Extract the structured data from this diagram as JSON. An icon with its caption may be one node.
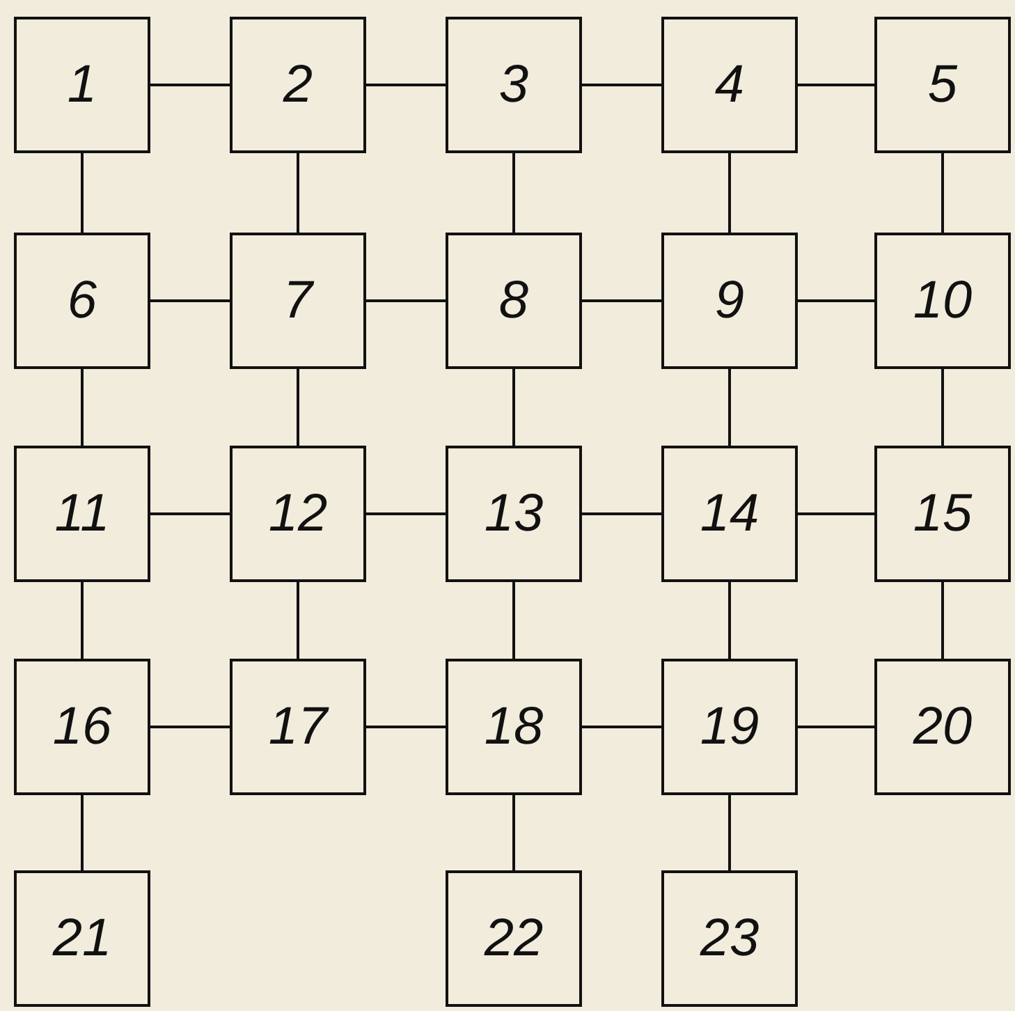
{
  "diagram": {
    "nodes": [
      {
        "text": [
          "1"
        ]
      },
      {
        "text": [
          "2"
        ]
      },
      {
        "text": [
          "3"
        ]
      },
      {
        "text": [
          "4"
        ]
      },
      {
        "text": [
          "5"
        ]
      },
      {
        "text": [
          "6"
        ]
      },
      {
        "text": [
          "7"
        ]
      },
      {
        "text": [
          "8"
        ]
      },
      {
        "text": [
          "9"
        ]
      },
      {
        "text": [
          "10"
        ]
      },
      {
        "text": [
          "11"
        ]
      },
      {
        "text": [
          "12"
        ]
      },
      {
        "text": [
          "13"
        ]
      },
      {
        "text": [
          "14"
        ]
      },
      {
        "text": [
          "15"
        ]
      },
      {
        "text": [
          "16"
        ]
      },
      {
        "text": [
          "17"
        ]
      },
      {
        "text": [
          "18"
        ]
      },
      {
        "text": [
          "19"
        ]
      },
      {
        "text": [
          "20"
        ]
      },
      {
        "text": [
          "21"
        ]
      },
      {
        "text": [
          "22"
        ]
      },
      {
        "text": [
          "23"
        ]
      }
    ],
    "edges": [
      {
        "from": 0,
        "to": 1,
        "arrow": "none"
      },
      {
        "from": 1,
        "to": 2,
        "arrow": "none"
      },
      {
        "from": 2,
        "to": 3,
        "arrow": "none"
      },
      {
        "from": 3,
        "to": 4,
        "arrow": "none"
      },
      {
        "from": 0,
        "to": 5,
        "arrow": "none"
      },
      {
        "from": 1,
        "to": 6,
        "arrow": "none"
      },
      {
        "from": 2,
        "to": 7,
        "arrow": "none"
      },
      {
        "from": 3,
        "to": 8,
        "arrow": "none"
      },
      {
        "from": 4,
        "to": 9,
        "arrow": "none"
      },
      {
        "from": 5,
        "to": 6,
        "arrow": "none"
      },
      {
        "from": 6,
        "to": 7,
        "arrow": "none"
      },
      {
        "from": 7,
        "to": 8,
        "arrow": "none"
      },
      {
        "from": 8,
        "to": 9,
        "arrow": "none"
      },
      {
        "from": 5,
        "to": 10,
        "arrow": "none"
      },
      {
        "from": 6,
        "to": 11,
        "arrow": "none"
      },
      {
        "from": 7,
        "to": 12,
        "arrow": "none"
      },
      {
        "from": 8,
        "to": 13,
        "arrow": "none"
      },
      {
        "from": 9,
        "to": 14,
        "arrow": "none"
      },
      {
        "from": 10,
        "to": 11,
        "arrow": "none"
      },
      {
        "from": 11,
        "to": 12,
        "arrow": "none"
      },
      {
        "from": 12,
        "to": 13,
        "arrow": "none"
      },
      {
        "from": 13,
        "to": 14,
        "arrow": "none"
      },
      {
        "from": 10,
        "to": 15,
        "arrow": "none"
      },
      {
        "from": 11,
        "to": 16,
        "arrow": "none"
      },
      {
        "from": 12,
        "to": 17,
        "arrow": "none"
      },
      {
        "from": 13,
        "to": 18,
        "arrow": "none"
      },
      {
        "from": 14,
        "to": 19,
        "arrow": "none"
      },
      {
        "from": 15,
        "to": 16,
        "arrow": "none"
      },
      {
        "from": 16,
        "to": 17,
        "arrow": "none"
      },
      {
        "from": 17,
        "to": 18,
        "arrow": "none"
      },
      {
        "from": 18,
        "to": 19,
        "arrow": "none"
      },
      {
        "from": 15,
        "to": 20,
        "arrow": "none"
      },
      {
        "from": 17,
        "to": 21,
        "arrow": "none"
      },
      {
        "from": 18,
        "to": 22,
        "arrow": "none"
      }
    ]
  }
}
